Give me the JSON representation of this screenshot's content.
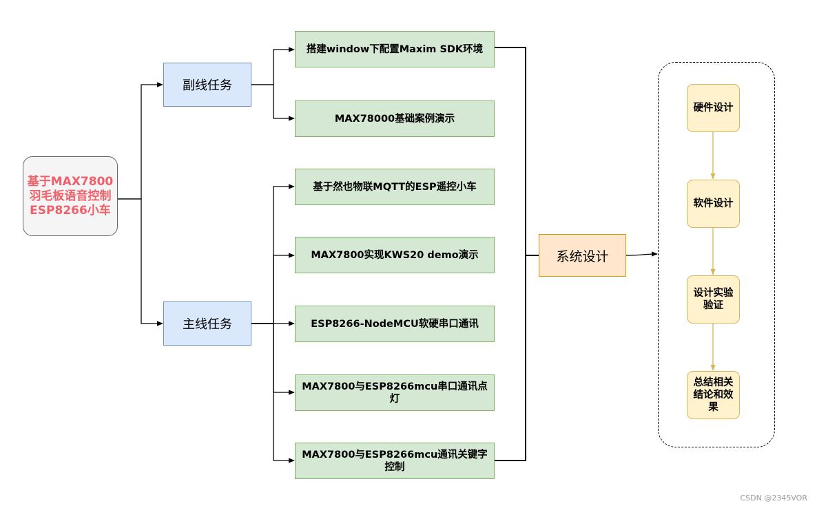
{
  "root": {
    "label": "基于MAX7800羽毛板语音控制ESP8266小车"
  },
  "side_task": {
    "label": "副线任务",
    "items": [
      "搭建window下配置Maxim SDK环境",
      "MAX78000基础案例演示"
    ]
  },
  "main_task": {
    "label": "主线任务",
    "items": [
      "基于然也物联MQTT的ESP遥控小车",
      "MAX7800实现KWS20 demo演示",
      "ESP8266-NodeMCU软硬串口通讯",
      "MAX7800与ESP8266mcu串口通讯点灯",
      "MAX7800与ESP8266mcu通讯关键字控制"
    ]
  },
  "system_design": {
    "label": "系统设计"
  },
  "design_steps": [
    "硬件设计",
    "软件设计",
    "设计实验验证",
    "总结相关结论和效果"
  ],
  "watermark": "CSDN @2345VOR",
  "colors": {
    "root_fill": "#f5f5f5",
    "root_text": "#f0606a",
    "task_fill": "#dae8fc",
    "task_border": "#6c8ebf",
    "item_fill": "#d5e8d4",
    "item_border": "#82b366",
    "system_fill": "#ffe6cc",
    "system_border": "#d79b00",
    "step_fill": "#fff2cc",
    "step_border": "#d6b656"
  }
}
